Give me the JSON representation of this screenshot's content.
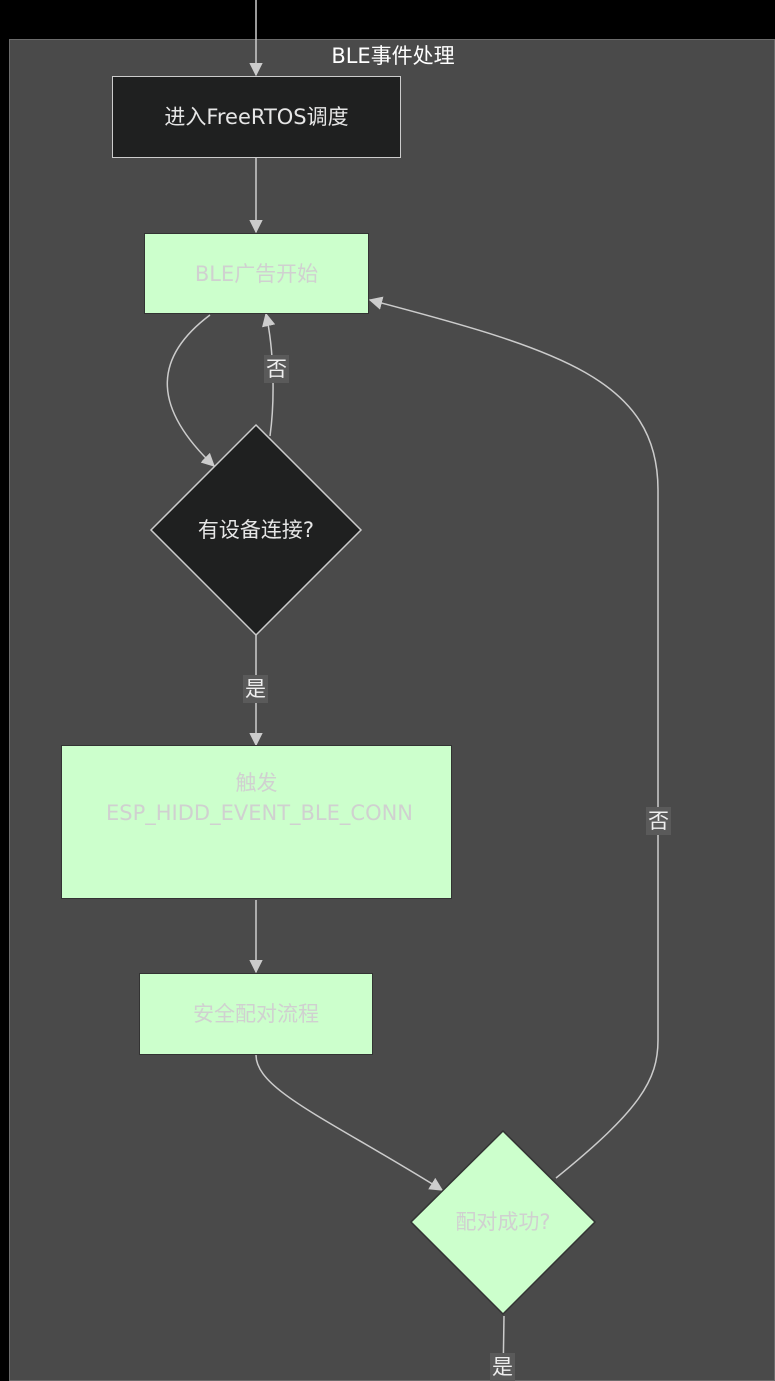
{
  "cluster": {
    "title": "BLE事件处理"
  },
  "nodes": {
    "enter_scheduler": "进入FreeRTOS调度",
    "ble_adv_start": "BLE广告开始",
    "device_connected": "有设备连接?",
    "trigger_line1": "触发",
    "trigger_line2": "ESP_HIDD_EVENT_BLE_CONN",
    "secure_pairing": "安全配对流程",
    "pairing_success": "配对成功?"
  },
  "edges": {
    "no_connect": "否",
    "yes_connect": "是",
    "no_pair": "否",
    "yes_pair": "是"
  },
  "colors": {
    "background": "#000000",
    "cluster_fill": "#4a4a4a",
    "dark_node": "#1f2020",
    "green_node": "#ccffcc",
    "edge": "#cccccc"
  }
}
